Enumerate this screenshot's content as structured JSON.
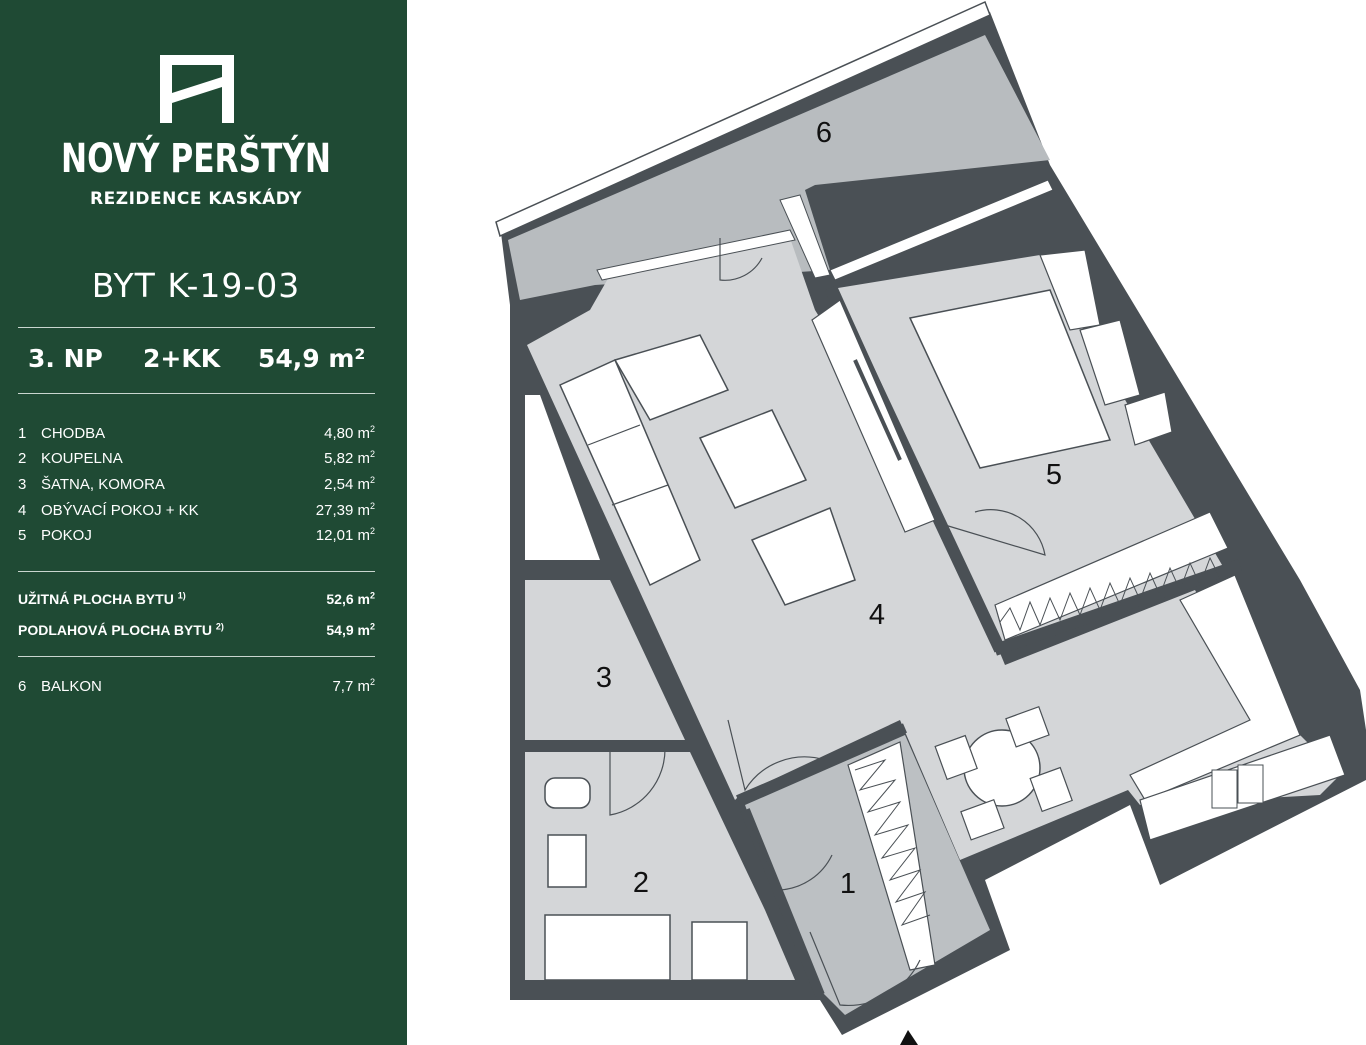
{
  "brand": {
    "name": "NOVÝ PERŠTÝN",
    "subtitle": "REZIDENCE KASKÁDY",
    "logo": "np-monogram-logo"
  },
  "unit": {
    "title": "BYT K-19-03",
    "floor": "3. NP",
    "layout": "2+KK",
    "area": "54,9 m²"
  },
  "rooms": [
    {
      "num": "1",
      "name": "CHODBA",
      "area": "4,80 m",
      "sup": "2"
    },
    {
      "num": "2",
      "name": "KOUPELNA",
      "area": "5,82 m",
      "sup": "2"
    },
    {
      "num": "3",
      "name": "ŠATNA, KOMORA",
      "area": "2,54 m",
      "sup": "2"
    },
    {
      "num": "4",
      "name": "OBÝVACÍ POKOJ + KK",
      "area": "27,39 m",
      "sup": "2"
    },
    {
      "num": "5",
      "name": "POKOJ",
      "area": "12,01 m",
      "sup": "2"
    }
  ],
  "totals": [
    {
      "name": "UŽITNÁ PLOCHA BYTU",
      "note": "1)",
      "area": "52,6 m",
      "sup": "2"
    },
    {
      "name": "PODLAHOVÁ PLOCHA BYTU",
      "note": "2)",
      "area": "54,9 m",
      "sup": "2"
    }
  ],
  "balcony": {
    "num": "6",
    "name": "BALKON",
    "area": "7,7 m",
    "sup": "2"
  },
  "plan_labels": [
    "1",
    "2",
    "3",
    "4",
    "5",
    "6"
  ],
  "colors": {
    "sidebar_bg": "#1f4a34",
    "wall": "#4a5055",
    "room_fill": "#d4d6d8",
    "balcony_fill": "#b8bcbf",
    "furniture": "#ffffff"
  }
}
